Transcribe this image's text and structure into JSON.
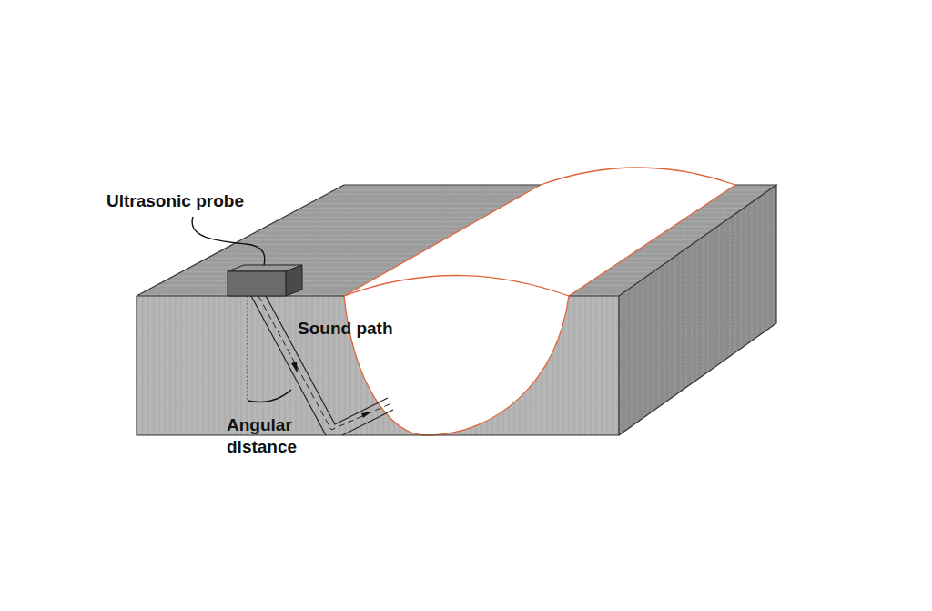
{
  "diagram": {
    "labels": [
      "Ultrasonic probe",
      "Sound path",
      "Angular distance"
    ]
  }
}
